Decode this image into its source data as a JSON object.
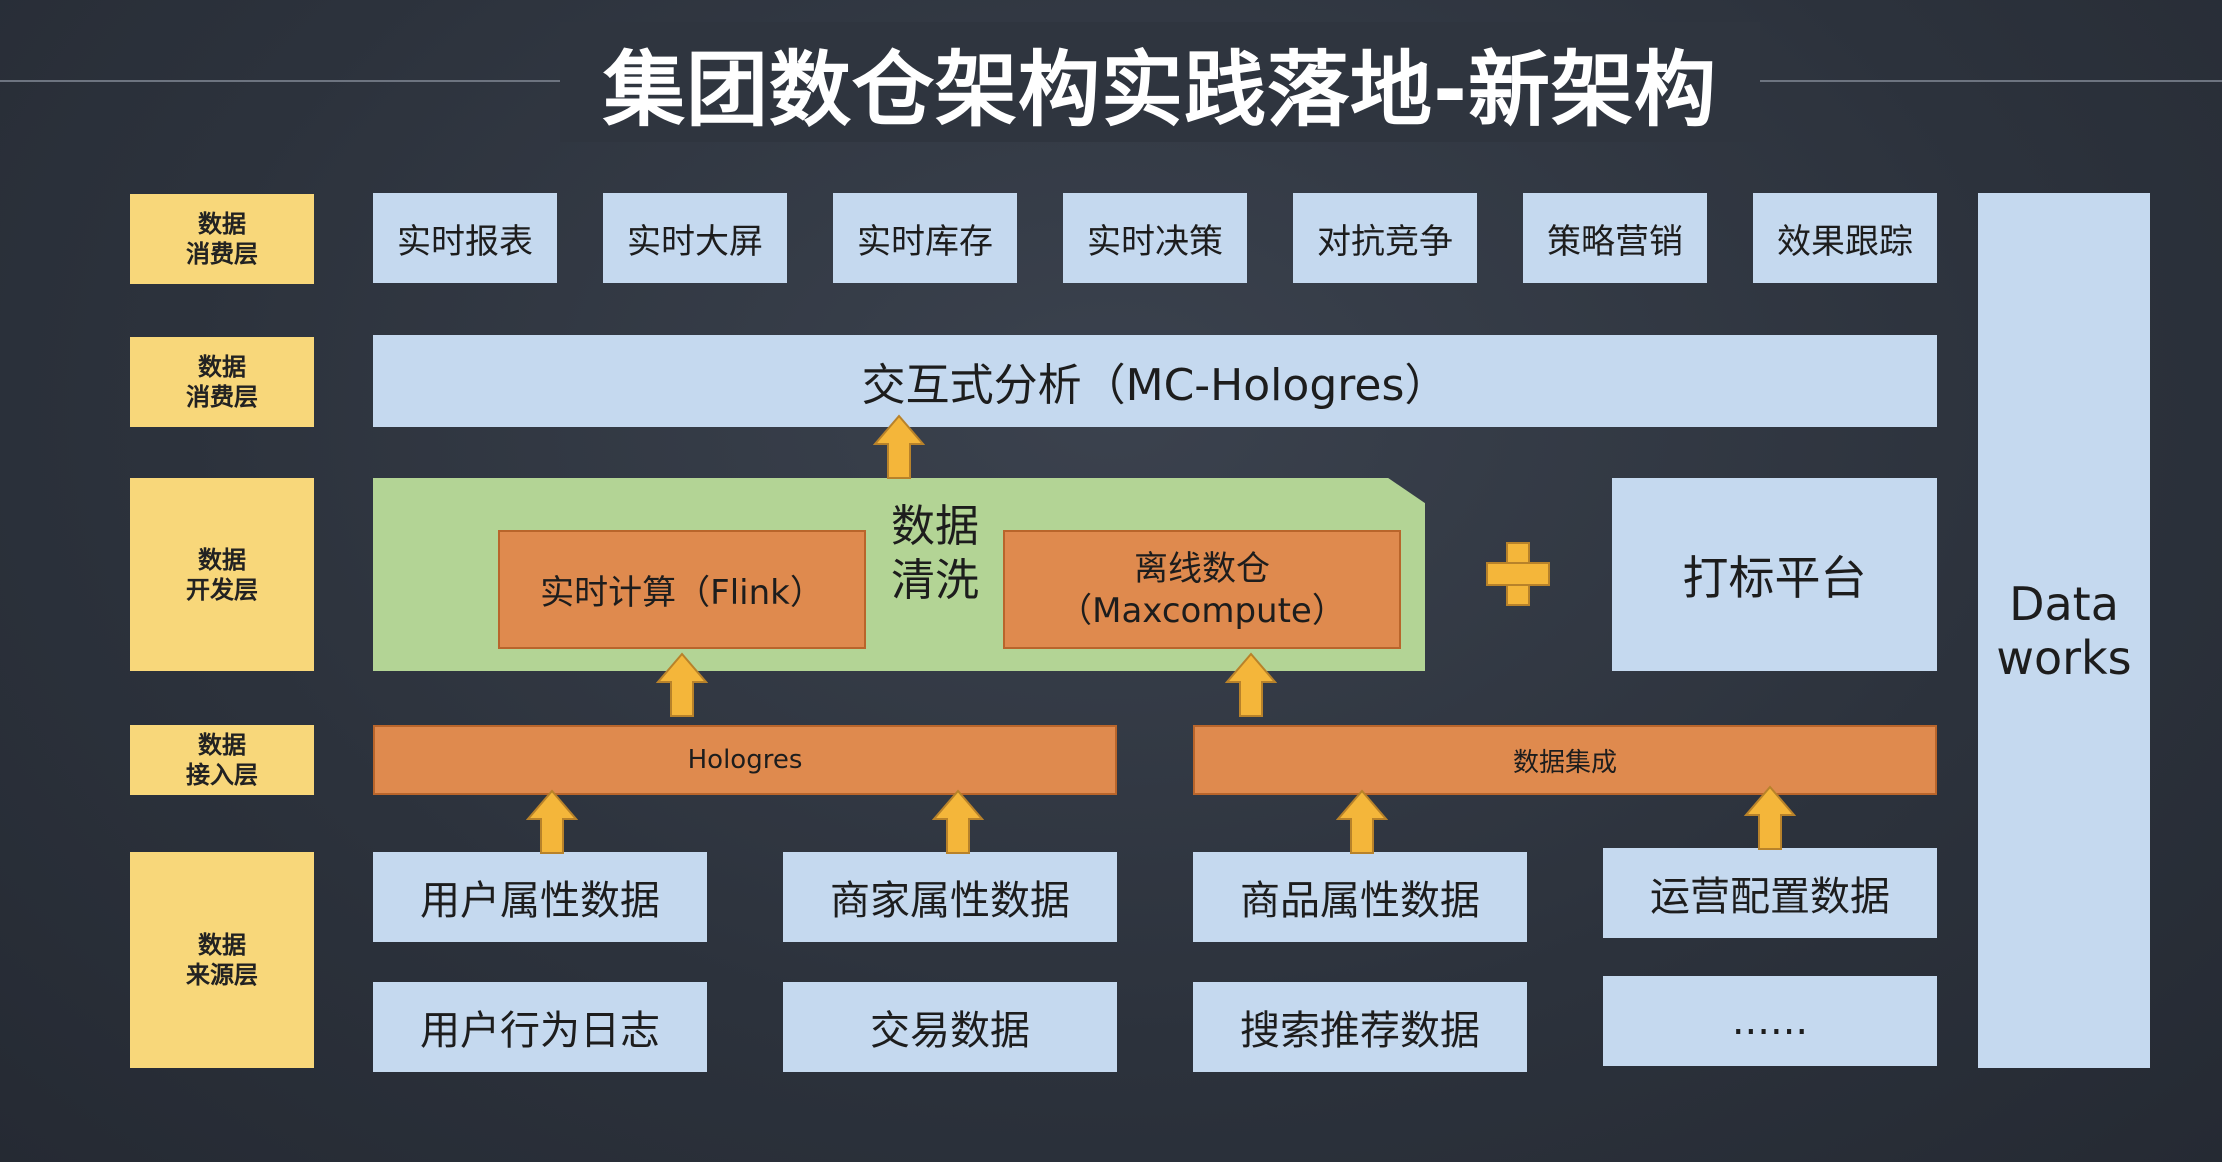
{
  "title": "集团数仓架构实践落地-新架构",
  "layers": {
    "consume1": "数据\n消费层",
    "consume2": "数据\n消费层",
    "develop": "数据\n开发层",
    "ingest": "数据\n接入层",
    "source": "数据\n来源层"
  },
  "consumption_apps": [
    "实时报表",
    "实时大屏",
    "实时库存",
    "实时决策",
    "对抗竞争",
    "策略营销",
    "效果跟踪"
  ],
  "interactive_analysis": "交互式分析（MC-Hologres）",
  "develop": {
    "realtime": "实时计算（Flink）",
    "cleaning": "数据\n清洗",
    "offline": "离线数仓\n（Maxcompute）",
    "tagging": "打标平台"
  },
  "ingest": {
    "hologres": "Hologres",
    "integration": "数据集成"
  },
  "sources": {
    "row1": [
      "用户属性数据",
      "商家属性数据",
      "商品属性数据",
      "运营配置数据"
    ],
    "row2": [
      "用户行为日志",
      "交易数据",
      "搜索推荐数据",
      "......"
    ]
  },
  "dataworks": "Data\nworks",
  "colors": {
    "layer": "#f8d77a",
    "box": "#c5d9ef",
    "orange": "#df8a4e",
    "green": "#b3d495",
    "arrow": "#f4b63a"
  }
}
